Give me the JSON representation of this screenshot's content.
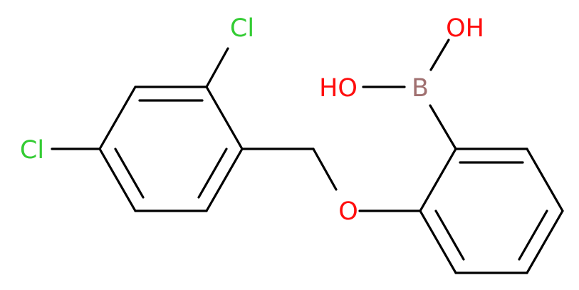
{
  "molecule": {
    "atoms": {
      "cl_top": "Cl",
      "cl_left": "Cl",
      "oh_top": "OH",
      "ho_left": "HO",
      "boron": "B",
      "oxygen": "O"
    },
    "colors": {
      "bond": "#000000",
      "chlorine": "#33cc33",
      "oxygen": "#ff0d0d",
      "boron": "#a07070"
    }
  }
}
